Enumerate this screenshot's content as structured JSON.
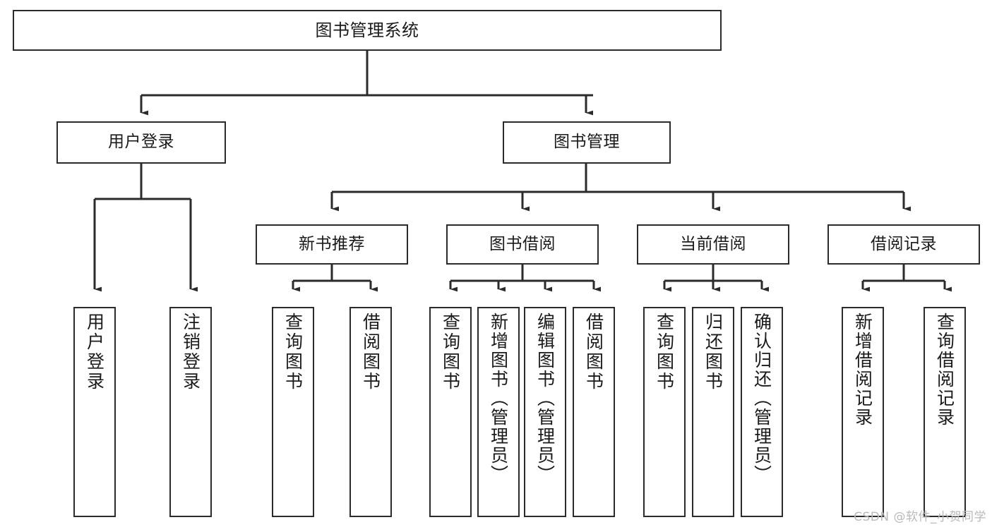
{
  "diagram": {
    "type": "tree-hierarchy-flowchart",
    "title": "图书管理系统",
    "orientation": "top-down",
    "line_color": "#2b2b2b",
    "box_fill": "#ffffff",
    "text_color": "#1a1a1a",
    "root": {
      "id": "root",
      "label": "图书管理系统"
    },
    "level1": [
      {
        "id": "user-login",
        "label": "用户登录"
      },
      {
        "id": "book-mgmt",
        "label": "图书管理"
      }
    ],
    "level2": [
      {
        "id": "new-book-rec",
        "label": "新书推荐",
        "parent": "book-mgmt"
      },
      {
        "id": "book-borrow",
        "label": "图书借阅",
        "parent": "book-mgmt"
      },
      {
        "id": "current-borrow",
        "label": "当前借阅",
        "parent": "book-mgmt"
      },
      {
        "id": "borrow-record",
        "label": "借阅记录",
        "parent": "book-mgmt"
      }
    ],
    "leaves": [
      {
        "id": "leaf-user-login",
        "label": "用户登录",
        "parent": "user-login"
      },
      {
        "id": "leaf-logout",
        "label": "注销登录",
        "parent": "user-login"
      },
      {
        "id": "leaf-query-book-1",
        "label": "查询图书",
        "parent": "new-book-rec"
      },
      {
        "id": "leaf-borrow-book-1",
        "label": "借阅图书",
        "parent": "new-book-rec"
      },
      {
        "id": "leaf-query-book-2",
        "label": "查询图书",
        "parent": "book-borrow"
      },
      {
        "id": "leaf-add-book",
        "label": "新增图书（管理员）",
        "parent": "book-borrow"
      },
      {
        "id": "leaf-edit-book",
        "label": "编辑图书（管理员）",
        "parent": "book-borrow"
      },
      {
        "id": "leaf-borrow-book-2",
        "label": "借阅图书",
        "parent": "book-borrow"
      },
      {
        "id": "leaf-query-book-3",
        "label": "查询图书",
        "parent": "current-borrow"
      },
      {
        "id": "leaf-return-book",
        "label": "归还图书",
        "parent": "current-borrow"
      },
      {
        "id": "leaf-confirm-return",
        "label": "确认归还（管理员）",
        "parent": "current-borrow"
      },
      {
        "id": "leaf-add-record",
        "label": "新增借阅记录",
        "parent": "borrow-record"
      },
      {
        "id": "leaf-query-record",
        "label": "查询借阅记录",
        "parent": "borrow-record"
      }
    ]
  },
  "watermark": {
    "text": "CSDN @软件_小贺同学"
  }
}
